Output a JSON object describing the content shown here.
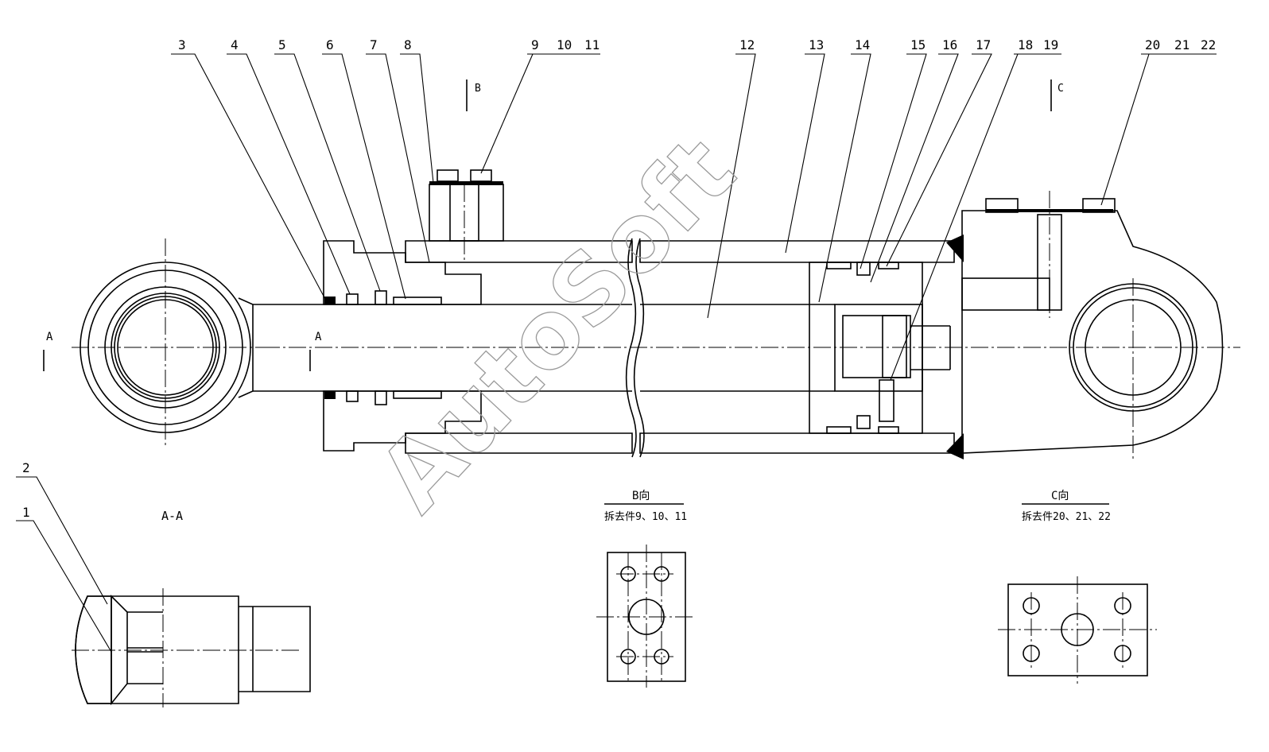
{
  "callouts": [
    "1",
    "2",
    "3",
    "4",
    "5",
    "6",
    "7",
    "8",
    "9",
    "10",
    "11",
    "12",
    "13",
    "14",
    "15",
    "16",
    "17",
    "18",
    "19",
    "20",
    "21",
    "22"
  ],
  "section_marker": "A",
  "view_marker_b": "B",
  "view_marker_c": "C",
  "section_title": "A-A",
  "view_b": {
    "title": "B向",
    "subtitle": "拆去件9、10、11"
  },
  "view_c": {
    "title": "C向",
    "subtitle": "拆去件20、21、22"
  },
  "watermark": "AutoSoft",
  "colors": {
    "line": "#000000",
    "watermark": "#9a9a9a",
    "background": "#ffffff"
  }
}
